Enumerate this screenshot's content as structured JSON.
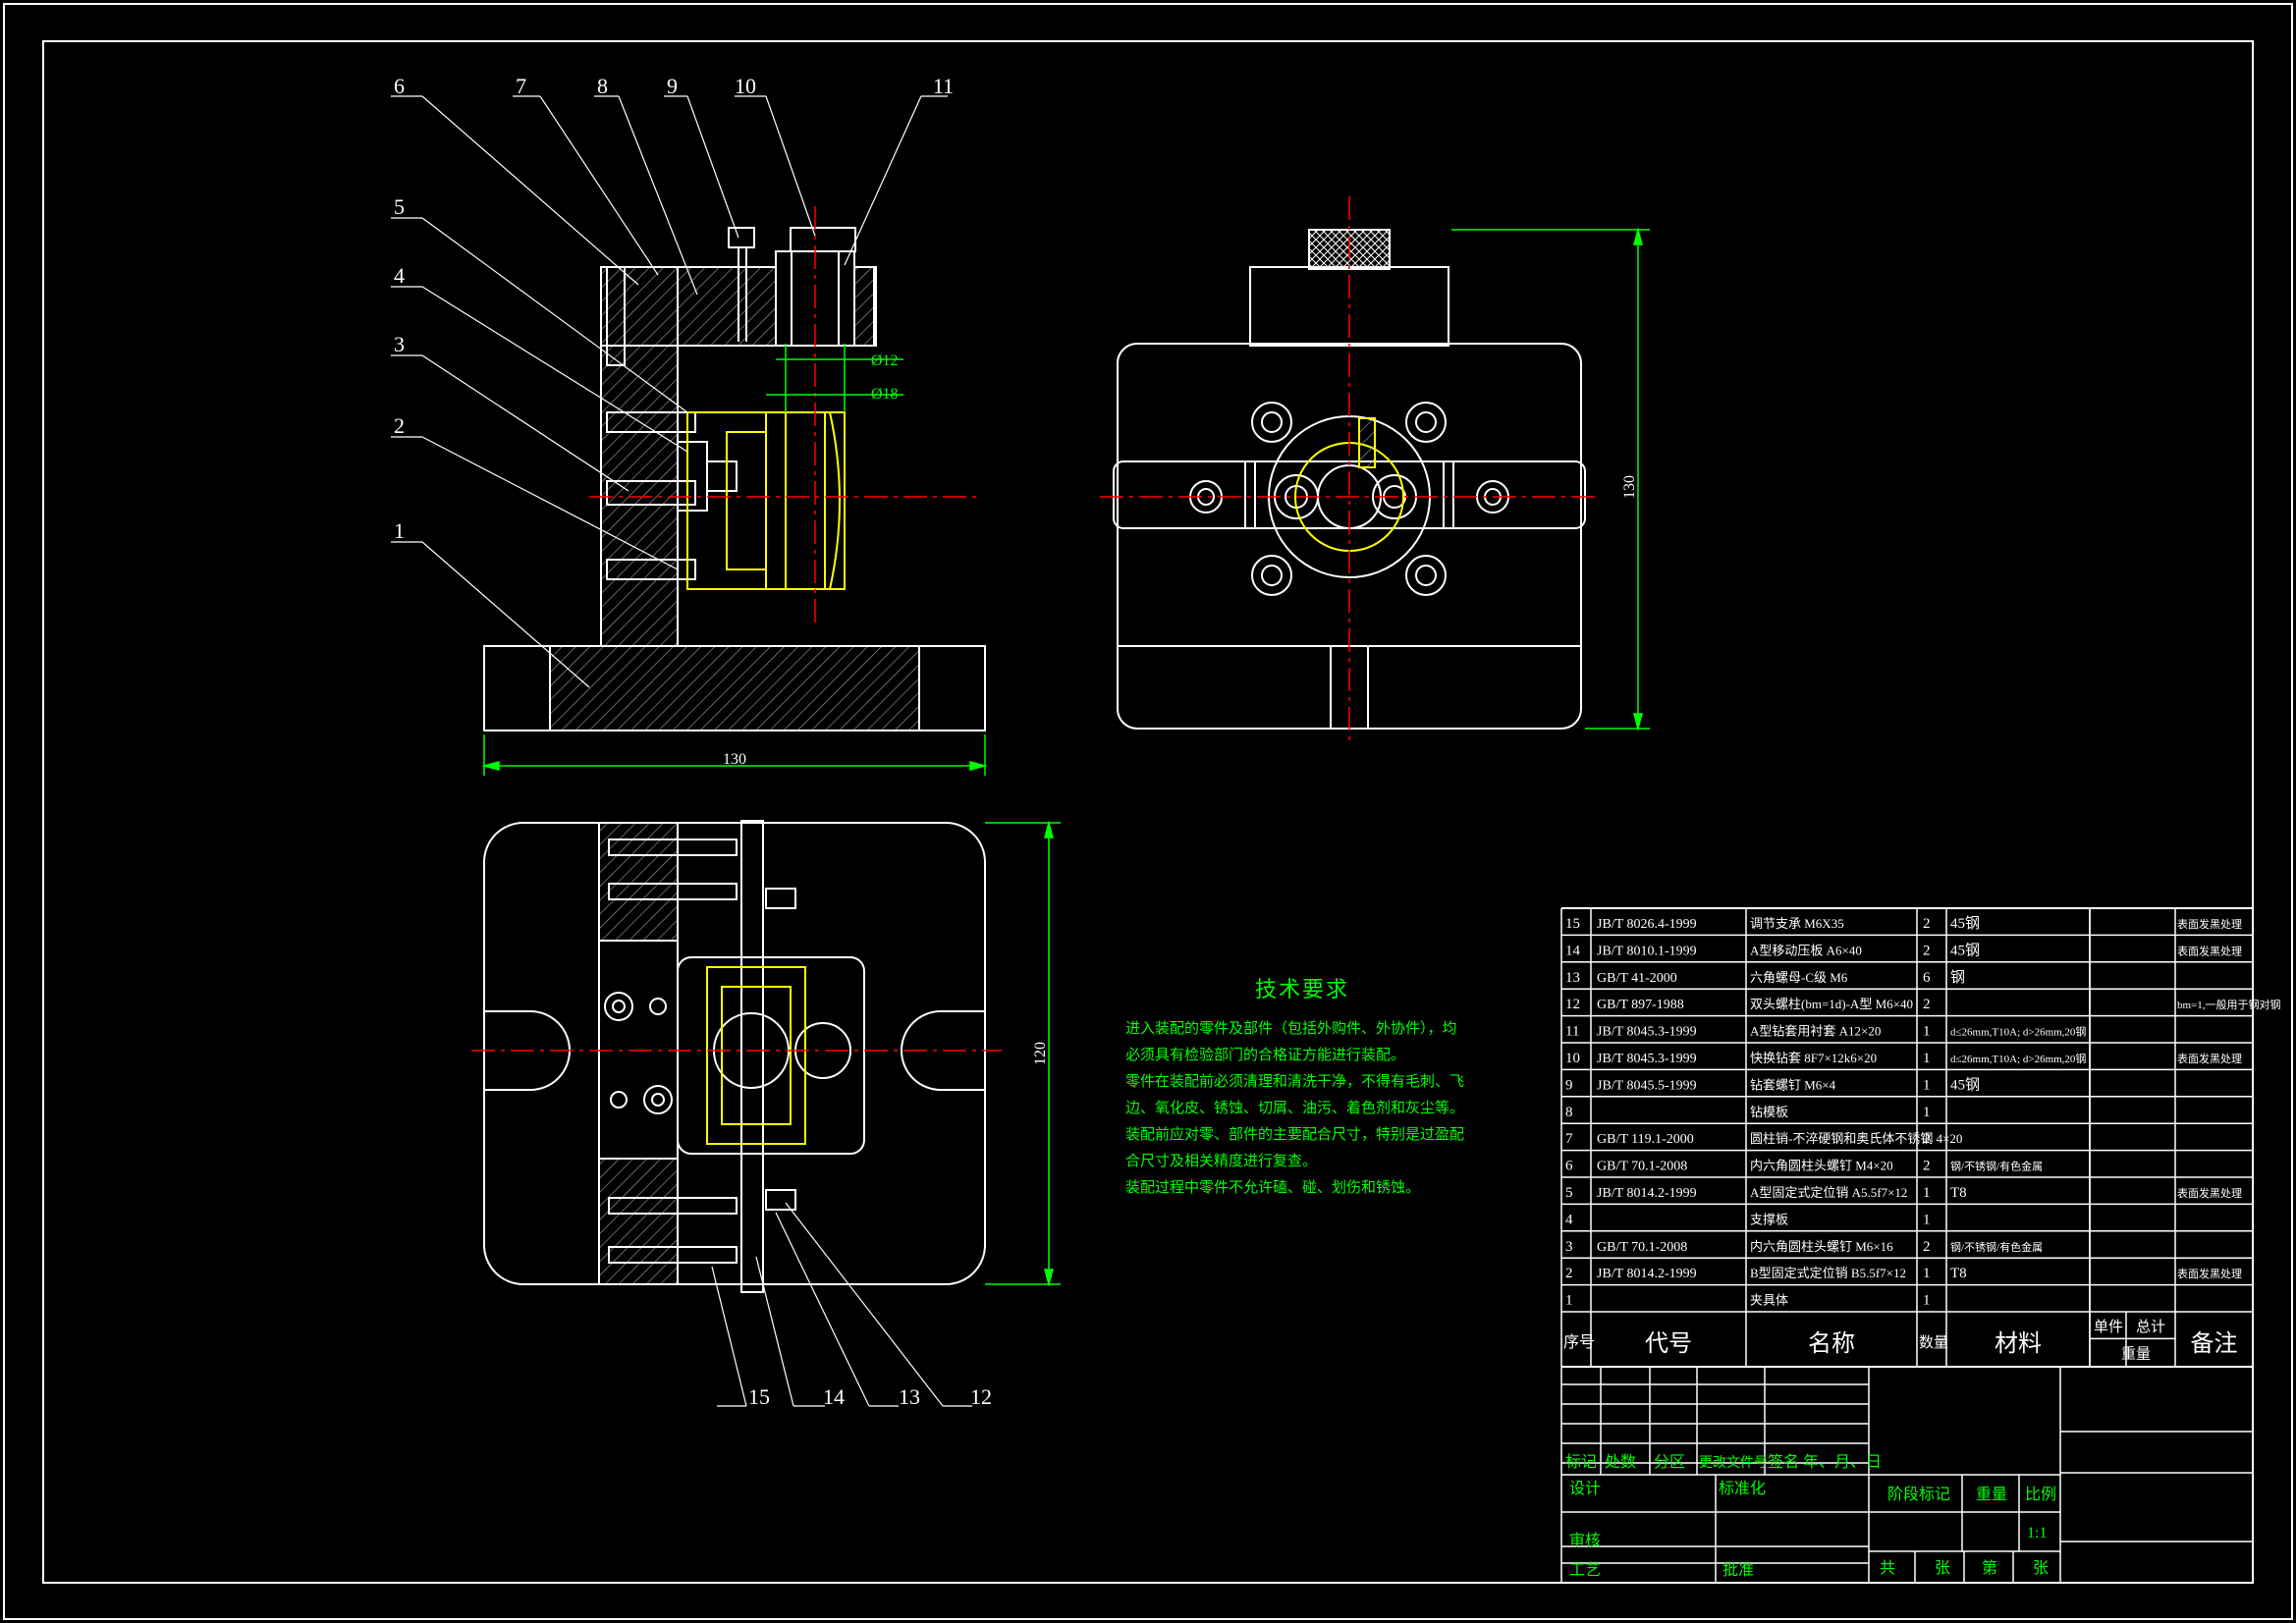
{
  "colors": {
    "background": "#000000",
    "line": "#ffffff",
    "accent_green": "#00ff00",
    "center_line": "#ff0000",
    "part_yellow": "#ffff00",
    "hatch": "#bbbbbb"
  },
  "balloons": [
    "1",
    "2",
    "3",
    "4",
    "5",
    "6",
    "7",
    "8",
    "9",
    "10",
    "11",
    "12",
    "13",
    "14",
    "15"
  ],
  "dimensions": {
    "front_width": "130",
    "side_height": "130",
    "top_height": "120",
    "d1": "Ø12",
    "d2": "Ø18"
  },
  "tech_requirements": {
    "title": "技术要求",
    "lines": [
      "进入装配的零件及部件（包括外购件、外协件），均",
      "必须具有检验部门的合格证方能进行装配。",
      "零件在装配前必须清理和清洗干净，不得有毛刺、飞",
      "边、氧化皮、锈蚀、切屑、油污、着色剂和灰尘等。",
      "装配前应对零、部件的主要配合尺寸，特别是过盈配",
      "合尺寸及相关精度进行复查。",
      "装配过程中零件不允许磕、碰、划伤和锈蚀。"
    ]
  },
  "bom": {
    "rows": [
      {
        "no": "15",
        "code": "JB/T 8026.4-1999",
        "name": "调节支承 M6X35",
        "qty": "2",
        "material": "45钢",
        "note": "表面发黑处理"
      },
      {
        "no": "14",
        "code": "JB/T 8010.1-1999",
        "name": "A型移动压板 A6×40",
        "qty": "2",
        "material": "45钢",
        "note": "表面发黑处理"
      },
      {
        "no": "13",
        "code": "GB/T 41-2000",
        "name": "六角螺母-C级 M6",
        "qty": "6",
        "material": "钢",
        "note": ""
      },
      {
        "no": "12",
        "code": "GB/T 897-1988",
        "name": "双头螺柱(bm=1d)-A型 M6×40",
        "qty": "2",
        "material": "",
        "note": "bm=1,一般用于钢对钢"
      },
      {
        "no": "11",
        "code": "JB/T 8045.3-1999",
        "name": "A型钻套用衬套 A12×20",
        "qty": "1",
        "material": "d≤26mm,T10A; d>26mm,20钢",
        "note": ""
      },
      {
        "no": "10",
        "code": "JB/T 8045.3-1999",
        "name": "快换钻套 8F7×12k6×20",
        "qty": "1",
        "material": "d≤26mm,T10A; d>26mm,20钢",
        "note": "表面发黑处理"
      },
      {
        "no": "9",
        "code": "JB/T 8045.5-1999",
        "name": "钻套螺钉 M6×4",
        "qty": "1",
        "material": "45钢",
        "note": ""
      },
      {
        "no": "8",
        "code": "",
        "name": "钻模板",
        "qty": "1",
        "material": "",
        "note": ""
      },
      {
        "no": "7",
        "code": "GB/T 119.1-2000",
        "name": "圆柱销-不淬硬钢和奥氏体不锈钢 4×20",
        "qty": "2",
        "material": "",
        "note": ""
      },
      {
        "no": "6",
        "code": "GB/T 70.1-2008",
        "name": "内六角圆柱头螺钉 M4×20",
        "qty": "2",
        "material": "钢/不锈钢/有色金属",
        "note": ""
      },
      {
        "no": "5",
        "code": "JB/T 8014.2-1999",
        "name": "A型固定式定位销 A5.5f7×12",
        "qty": "1",
        "material": "T8",
        "note": "表面发黑处理"
      },
      {
        "no": "4",
        "code": "",
        "name": "支撑板",
        "qty": "1",
        "material": "",
        "note": ""
      },
      {
        "no": "3",
        "code": "GB/T 70.1-2008",
        "name": "内六角圆柱头螺钉 M6×16",
        "qty": "2",
        "material": "钢/不锈钢/有色金属",
        "note": ""
      },
      {
        "no": "2",
        "code": "JB/T 8014.2-1999",
        "name": "B型固定式定位销 B5.5f7×12",
        "qty": "1",
        "material": "T8",
        "note": "表面发黑处理"
      },
      {
        "no": "1",
        "code": "",
        "name": "夹具体",
        "qty": "1",
        "material": "",
        "note": ""
      }
    ],
    "header": {
      "no": "序号",
      "code": "代号",
      "name": "名称",
      "qty": "数量",
      "material": "材料",
      "unit": "单件",
      "total": "总计",
      "weight": "重量",
      "note": "备注"
    }
  },
  "title_block": {
    "revision": [
      "标记",
      "处数",
      "分区",
      "更改文件号",
      "签名",
      "年、月、日"
    ],
    "design": "设计",
    "standardize": "标准化",
    "review": "审核",
    "process": "工艺",
    "approve": "批准",
    "stage": "阶段标记",
    "weight": "重量",
    "scale": "比例",
    "scale_value": "1:1",
    "sheets_total": "共",
    "sheets_unit1": "张",
    "sheet_no": "第",
    "sheets_unit2": "张"
  }
}
